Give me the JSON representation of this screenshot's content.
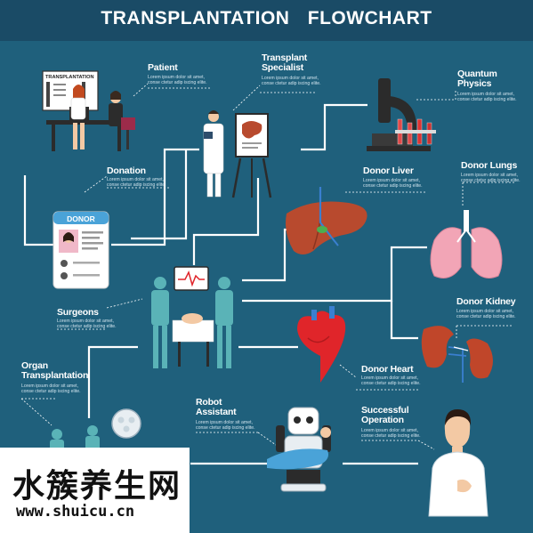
{
  "title": "TRANSPLANTATION   FLOWCHART",
  "lorem_line1": "Lorem ipsum dolor sit amet,",
  "lorem_line2": "conse ctetur adip iscing elite.",
  "labels": {
    "patient": "Patient",
    "transplant_specialist_1": "Transplant",
    "transplant_specialist_2": "Specialist",
    "quantum_physics_1": "Quantum",
    "quantum_physics_2": "Physics",
    "donation": "Donation",
    "donor_liver": "Donor Liver",
    "donor_lungs": "Donor Lungs",
    "surgeons": "Surgeons",
    "donor_kidney": "Donor Kidney",
    "organ_transplantation_1": "Organ",
    "organ_transplantation_2": "Transplantation",
    "donor_heart": "Donor Heart",
    "robot_assistant_1": "Robot",
    "robot_assistant_2": "Assistant",
    "successful_operation_1": "Successful",
    "successful_operation_2": "Operation"
  },
  "board_title": "TRANSPLANTATION",
  "donor_card_title": "DONOR",
  "watermark": {
    "brand": "水簇养生网",
    "url": "www.shuicu.cn"
  },
  "colors": {
    "background": "#1f607c",
    "title_bar": "#1a4b66",
    "connector": "#ffffff",
    "liver": "#b84a2e",
    "lungs": "#f2a5b6",
    "kidney": "#c0462a",
    "heart": "#e0252a",
    "scrubs": "#5ab3b7"
  }
}
